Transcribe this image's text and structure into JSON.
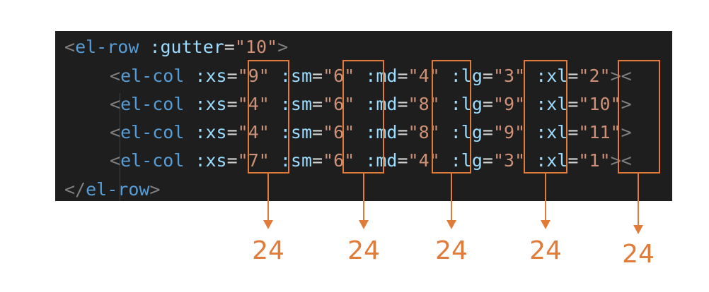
{
  "code": {
    "row_open": {
      "lt": "<",
      "tag": "el-row",
      "attr": ":gutter",
      "eq": "=",
      "value": "\"10\"",
      "gt": ">"
    },
    "cols": [
      {
        "lt": "<",
        "tag": "el-col",
        "xs": "\"9\"",
        "sm": "\"6\"",
        "md": "\"4\"",
        "lg": "\"3\"",
        "xl": "\"2\"",
        "tail": "><"
      },
      {
        "lt": "<",
        "tag": "el-col",
        "xs": "\"4\"",
        "sm": "\"6\"",
        "md": "\"8\"",
        "lg": "\"9\"",
        "xl": "\"10\"",
        "tail": ">"
      },
      {
        "lt": "<",
        "tag": "el-col",
        "xs": "\"4\"",
        "sm": "\"6\"",
        "md": "\"8\"",
        "lg": "\"9\"",
        "xl": "\"11\"",
        "tail": ">"
      },
      {
        "lt": "<",
        "tag": "el-col",
        "xs": "\"7\"",
        "sm": "\"6\"",
        "md": "\"4\"",
        "lg": "\"3\"",
        "xl": "\"1\"",
        "tail": "><"
      }
    ],
    "attr_names": {
      "xs": ":xs",
      "sm": ":sm",
      "md": ":md",
      "lg": ":lg",
      "xl": ":xl"
    },
    "eq": "=",
    "row_close": {
      "lt": "</",
      "tag": "el-row",
      "gt": ">"
    }
  },
  "totals": [
    "24",
    "24",
    "24",
    "24",
    "24"
  ],
  "colors": {
    "background": "#1e1e1e",
    "tag": "#569cd6",
    "attribute": "#9cdcfe",
    "string": "#ce9178",
    "highlight": "#e07b39"
  }
}
